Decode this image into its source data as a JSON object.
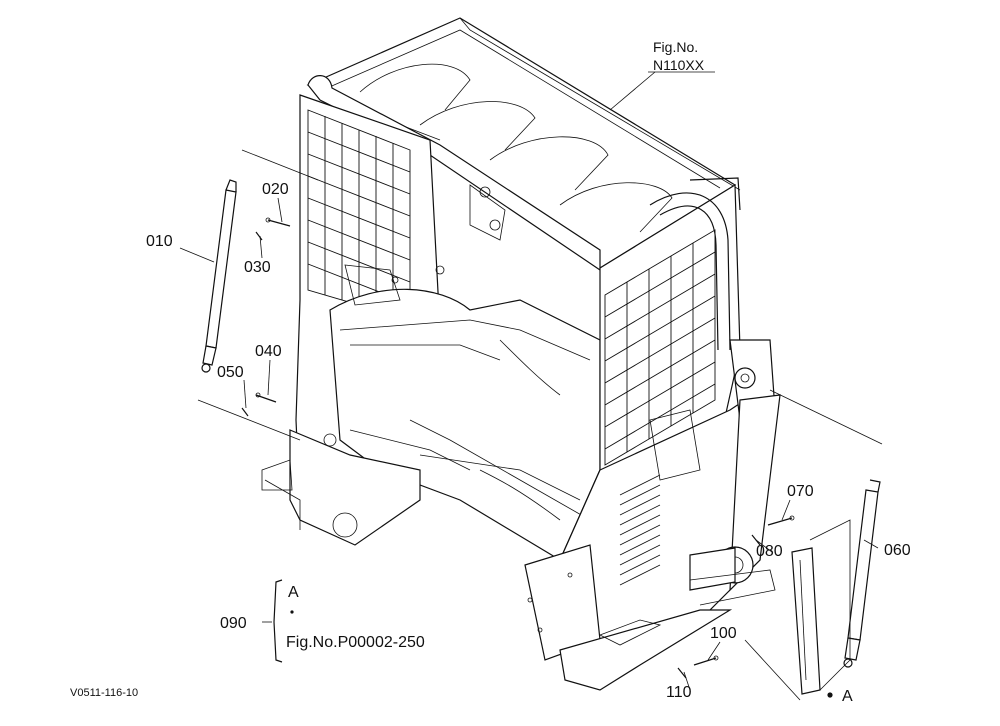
{
  "figure_ref": {
    "line1": "Fig.No.",
    "line2": "N110XX"
  },
  "callouts": [
    {
      "id": "p010",
      "label": "010"
    },
    {
      "id": "p020",
      "label": "020"
    },
    {
      "id": "p030",
      "label": "030"
    },
    {
      "id": "p040",
      "label": "040"
    },
    {
      "id": "p050",
      "label": "050"
    },
    {
      "id": "p060",
      "label": "060"
    },
    {
      "id": "p070",
      "label": "070"
    },
    {
      "id": "p080",
      "label": "080"
    },
    {
      "id": "p090",
      "label": "090"
    },
    {
      "id": "p100",
      "label": "100"
    },
    {
      "id": "p110",
      "label": "110"
    }
  ],
  "reference_bracket": {
    "marker": "A",
    "figure": "Fig.No.P00002-250"
  },
  "marker_a": "A",
  "drawing_code": "V0511-116-10"
}
